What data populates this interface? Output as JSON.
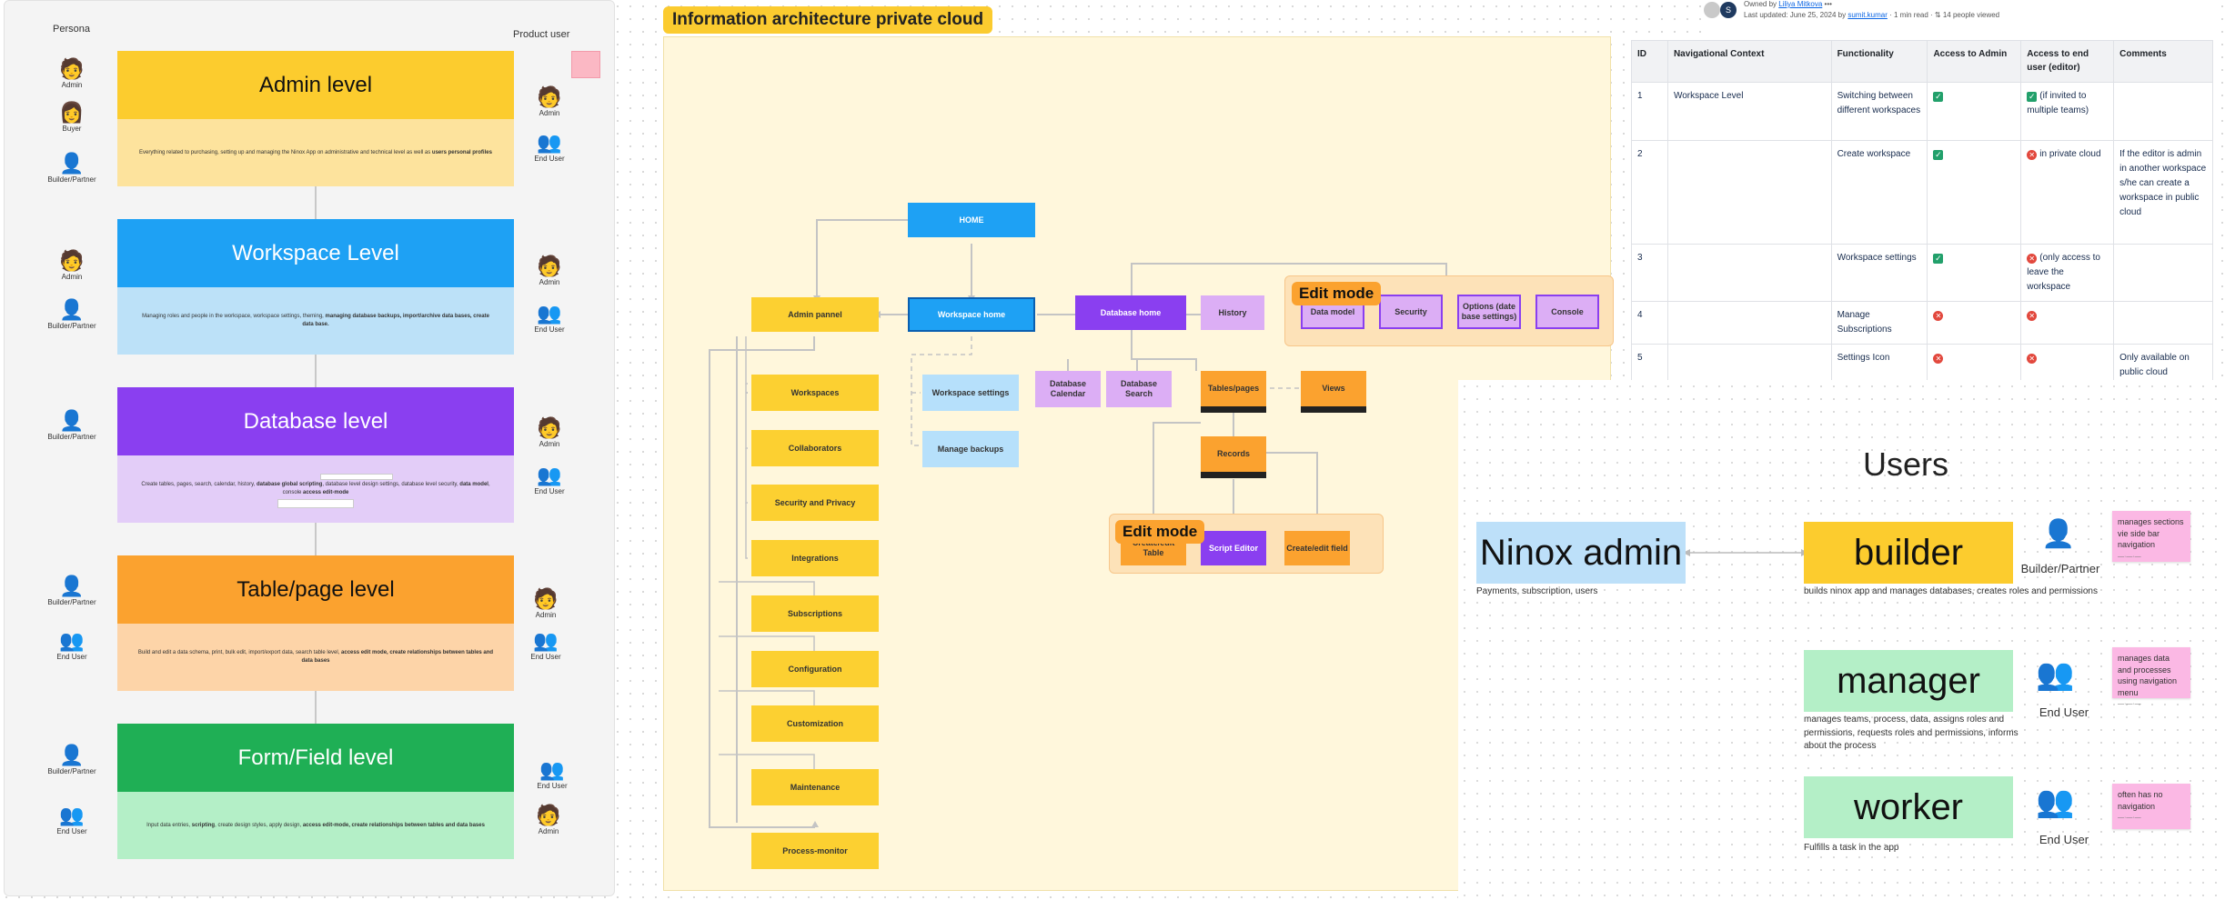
{
  "personas_panel": {
    "persona_header": "Persona",
    "product_user_header": "Product user",
    "levels": [
      {
        "title": "Admin level",
        "color": "#fccc2e",
        "body_color": "#fde39d",
        "desc_plain": "Everything related to purchasing, setting up and managing the Ninox App on administrative and technical level as well as ",
        "desc_bold": "users personal profiles",
        "left_personas": [
          "Admin",
          "Buyer",
          "Builder/Partner"
        ],
        "right_personas": [
          "Admin",
          "End User"
        ]
      },
      {
        "title": "Workspace Level",
        "color": "#1ea1f4",
        "body_color": "#bce1f8",
        "desc_plain": "Managing roles and people in the workspace, workspace settings, theming, ",
        "desc_bold": "managing database backups, import/archive data bases, create data base.",
        "left_personas": [
          "Admin",
          "Builder/Partner"
        ],
        "right_personas": [
          "Admin",
          "End User"
        ]
      },
      {
        "title": "Database level",
        "color": "#8a3ff0",
        "body_color": "#e3cdf8",
        "desc_plain": "Create tables, pages, search, calendar, history, ",
        "desc_bold": "database global scripting",
        "desc_rest": ", database level design settings, database level security, ",
        "desc_bold2": "data model",
        ", console": "",
        "desc_tail": ", console ",
        "desc_bold3": "access edit-mode",
        "left_personas": [
          "Builder/Partner"
        ],
        "right_personas": [
          "Admin",
          "End User"
        ]
      },
      {
        "title": "Table/page level",
        "color": "#fba22f",
        "body_color": "#fdd4a8",
        "desc_plain": "Build and edit a data schema, print, bulk edit, import/export data, search table level, ",
        "desc_bold": "access edit mode, create relationships between tables and data bases",
        "left_personas": [
          "Builder/Partner",
          "End User"
        ],
        "right_personas": [
          "Admin",
          "End User"
        ]
      },
      {
        "title": "Form/Field level",
        "color": "#1faf55",
        "body_color": "#b4efc7",
        "desc_plain": "Input data entries, ",
        "desc_bold": "scripting",
        "desc_rest": ", create design styles, apply design, ",
        "desc_bold2": "access edit-mode, create relationships between tables and data bases",
        "left_personas": [
          "Builder/Partner",
          "End User"
        ],
        "right_personas": [
          "End User",
          "Admin"
        ]
      }
    ]
  },
  "ia": {
    "title": "Information architecture private cloud",
    "edit_mode_label": "Edit mode",
    "nodes": {
      "home": "HOME",
      "workspace_home": "Workspace home",
      "admin_pannel": "Admin pannel",
      "database_home": "Database home",
      "history": "History",
      "data_model": "Data model",
      "security": "Security",
      "options": "Options (date base settings)",
      "console": "Console",
      "workspace_settings": "Workspace settings",
      "manage_backups": "Manage backups",
      "db_calendar": "Database Calendar",
      "db_search": "Database Search",
      "tables_pages": "Tables/pages",
      "views": "Views",
      "records": "Records",
      "create_table": "Create/edit Table",
      "script_editor": "Script Editor",
      "create_field": "Create/edit field",
      "admin_items": [
        "Workspaces",
        "Collaborators",
        "Security and Privacy",
        "Integrations",
        "Subscriptions",
        "Configuration",
        "Customization",
        "Maintenance",
        "Process-monitor"
      ]
    }
  },
  "page_meta": {
    "owned_by": "Owned by",
    "owner": "Liliya Mitkova",
    "more": "•••",
    "last_updated": "Last updated: June 25, 2024 by",
    "updater": "sumit.kumar",
    "read_time": "1 min read",
    "viewed": "14 people viewed",
    "avatar_letter": "S"
  },
  "table": {
    "headers": [
      "ID",
      "Navigational Context",
      "Functionality",
      "Access to Admin",
      "Access to end user (editor)",
      "Comments"
    ],
    "rows": [
      {
        "id": "1",
        "context": "Workspace Level",
        "func": "Switching between different workspaces",
        "admin": "ok",
        "user": "ok",
        "user_text": "(if invited to multiple teams)",
        "comment": ""
      },
      {
        "id": "2",
        "context": "",
        "func": "Create workspace",
        "admin": "ok",
        "user": "no",
        "user_text": "in private cloud",
        "comment": "If the editor is admin in another workspace s/he can create a workspace in public cloud"
      },
      {
        "id": "3",
        "context": "",
        "func": "Workspace settings",
        "admin": "ok",
        "user": "no",
        "user_text": "(only access  to leave the workspace",
        "comment": ""
      },
      {
        "id": "4",
        "context": "",
        "func": "Manage Subscriptions",
        "admin": "no",
        "user": "no",
        "user_text": "",
        "comment": ""
      },
      {
        "id": "5",
        "context": "",
        "func": "Settings Icon",
        "admin": "no",
        "user": "no",
        "user_text": "",
        "comment": "Only available on public cloud"
      }
    ]
  },
  "users": {
    "title": "Users",
    "ninox_admin": "Ninox admin",
    "ninox_admin_desc": "Payments, subscription, users",
    "builder": "builder",
    "builder_desc": "builds ninox app and manages databases, creates roles and permissions",
    "builder_persona": "Builder/Partner",
    "builder_note": "manages sections vie side bar navigation",
    "manager": "manager",
    "manager_desc": "manages teams, process, data, assigns roles and permissions, requests roles and permissions, informs about the process",
    "manager_persona": "End User",
    "manager_note": "manages data and processes using navigation menu",
    "worker": "worker",
    "worker_desc": "Fulfills a task in the app",
    "worker_persona": "End User",
    "worker_note": "often has no navigation",
    "note_author": "—·—·—"
  },
  "colors": {
    "admin_yellow": "#fccc2e",
    "workspace_blue": "#1ea1f4",
    "database_purple": "#8a3ff0",
    "table_orange": "#fba22f",
    "form_green": "#1faf55",
    "sticky_pink": "#fbb8e4"
  }
}
